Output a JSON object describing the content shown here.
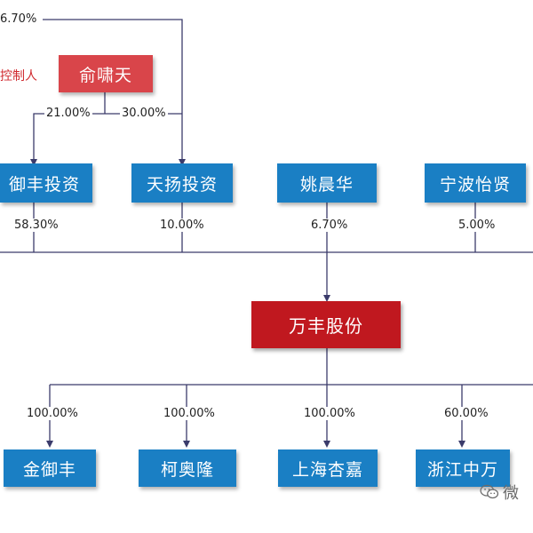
{
  "colors": {
    "node_blue": "#1a7fc4",
    "controller_red": "#d9454a",
    "company_red": "#c0181f",
    "line": "#3b3b6b",
    "label_red": "#d02a2f"
  },
  "top_percentage": "6.70%",
  "controller": {
    "label": "控制人",
    "name": "俞啸天",
    "pct_left": "21.00%",
    "pct_right": "30.00%"
  },
  "shareholders": [
    {
      "name": "御丰投资",
      "pct": "58.30%"
    },
    {
      "name": "天扬投资",
      "pct": "10.00%"
    },
    {
      "name": "姚晨华",
      "pct": "6.70%"
    },
    {
      "name": "宁波怡贤",
      "pct": "5.00%"
    }
  ],
  "company": {
    "name": "万丰股份"
  },
  "subsidiaries": [
    {
      "name": "金御丰",
      "pct": "100.00%"
    },
    {
      "name": "柯奥隆",
      "pct": "100.00%"
    },
    {
      "name": "上海杏嘉",
      "pct": "100.00%"
    },
    {
      "name": "浙江中万",
      "pct": "60.00%"
    }
  ],
  "watermark": {
    "text": "微",
    "icon": "wechat-icon"
  }
}
